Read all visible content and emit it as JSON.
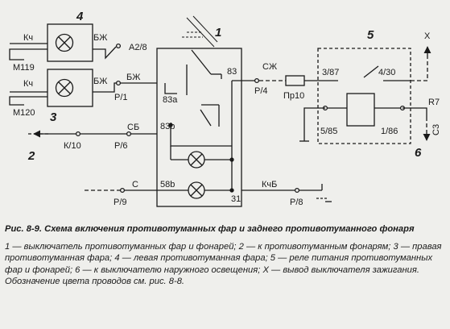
{
  "diagram": {
    "components": {
      "n1": "1",
      "n2": "2",
      "n3": "3",
      "n4": "4",
      "n5": "5",
      "n6": "6"
    },
    "labels": {
      "kch_top": "Кч",
      "bzh_top": "БЖ",
      "m119": "М119",
      "a2_8": "А2/8",
      "kch_mid": "Кч",
      "bzh_mid": "БЖ",
      "bzh_wire": "БЖ",
      "p1": "Р/1",
      "m120": "М120",
      "term_83a": "83а",
      "term_83": "83",
      "term_83b": "83b",
      "term_58b": "58b",
      "term_31": "31",
      "szh": "СЖ",
      "p4": "Р/4",
      "pr10": "Пр10",
      "k10": "К/10",
      "sb": "СБ",
      "p6": "Р/6",
      "s": "С",
      "p9": "Р/9",
      "kchb": "КчБ",
      "p8": "Р/8",
      "r3_87": "3/87",
      "r4_30": "4/30",
      "r5_85": "5/85",
      "r1_86": "1/86",
      "x": "X",
      "r7": "R7",
      "s3": "С3"
    }
  },
  "caption": {
    "title": "Рис. 8-9. Схема включения противотуманных фар и заднего противотуманного фонаря",
    "body": "1 — выключатель противотуманных фар и фонарей; 2 — к противотуманным фонарям; 3 — правая противотуманная фара; 4 — левая противотуманная фара; 5 — реле питания противотуманных фар и фонарей; 6 — к выключателю наружного освещения; X — вывод выключателя зажигания. Обозначение цвета проводов см. рис. 8-8."
  }
}
